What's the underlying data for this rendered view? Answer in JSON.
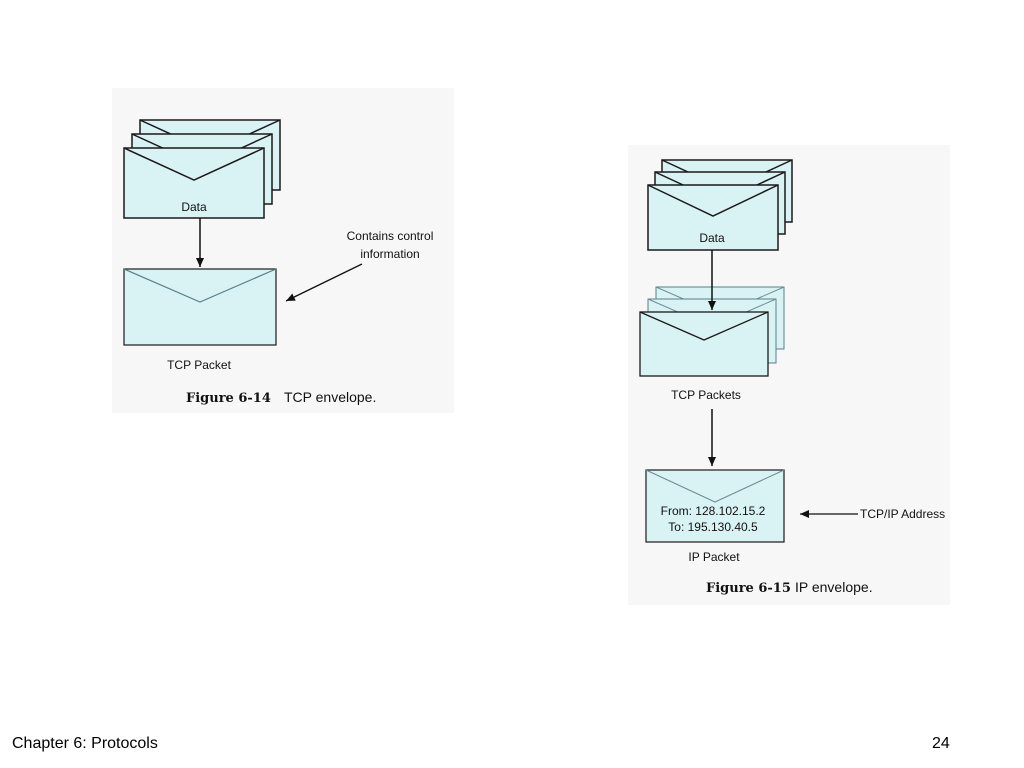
{
  "figure1": {
    "data_label": "Data",
    "packet_label": "TCP Packet",
    "annotation_line1": "Contains control",
    "annotation_line2": "information",
    "caption_number": "Figure 6-14",
    "caption_text": "TCP envelope."
  },
  "figure2": {
    "data_label": "Data",
    "packets_label": "TCP Packets",
    "from_line": "From: 128.102.15.2",
    "to_line": "To: 195.130.40.5",
    "ip_packet_label": "IP Packet",
    "address_label": "TCP/IP Address",
    "caption_number": "Figure 6-15",
    "caption_text": "IP envelope."
  },
  "footer": {
    "chapter": "Chapter 6:  Protocols",
    "page_number": "24"
  },
  "colors": {
    "envelope_fill": "#d9f3f5",
    "envelope_stroke": "#1a1a1a",
    "figure_background": "#f7f7f7"
  }
}
